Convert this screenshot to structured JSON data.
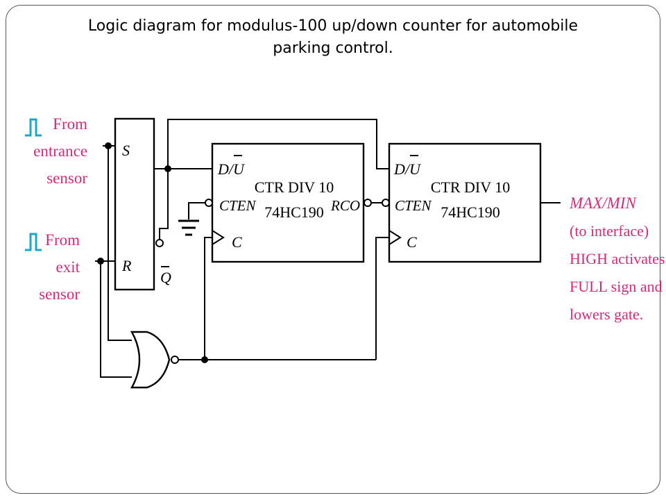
{
  "slide": {
    "title_line1": "Logic diagram for modulus-100 up/down counter for automobile",
    "title_line2": "parking control."
  },
  "inputs": {
    "entrance": [
      "From",
      "entrance",
      "sensor"
    ],
    "exit": [
      "From",
      "exit",
      "sensor"
    ]
  },
  "latch": {
    "s": "S",
    "r": "R",
    "qbar": "Q"
  },
  "counter1": {
    "line1": "CTR DIV 10",
    "line2": "74HC190",
    "du_d": "D/",
    "du_u": "U",
    "cten": "CTEN",
    "clk": "C",
    "rco": "RCO"
  },
  "counter2": {
    "line1": "CTR DIV 10",
    "line2": "74HC190",
    "du_d": "D/",
    "du_u": "U",
    "cten": "CTEN",
    "clk": "C"
  },
  "output": {
    "maxmin": "MAX/MIN",
    "lines": [
      "(to interface)",
      "HIGH activates",
      "FULL sign and",
      "lowers gate."
    ]
  },
  "colors": {
    "label": "#d6297a",
    "pulse": "#1aa8c8"
  }
}
